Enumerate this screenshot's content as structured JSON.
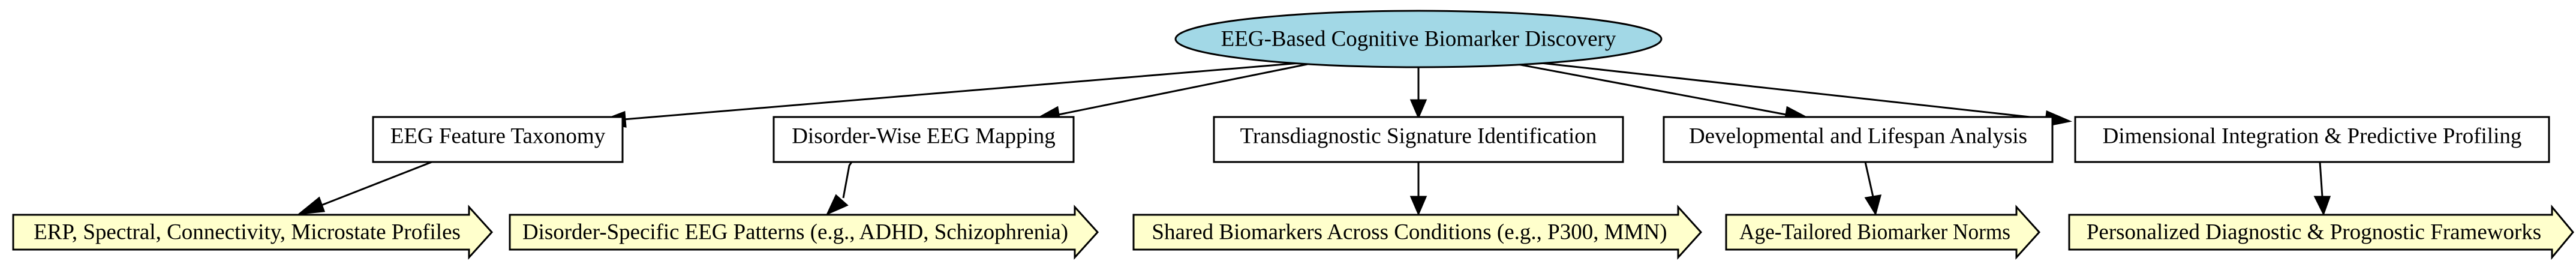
{
  "diagram": {
    "root": {
      "label": "EEG-Based Cognitive Biomarker Discovery",
      "fill": "#a2d8e6"
    },
    "branches": [
      {
        "label": "EEG Feature Taxonomy",
        "output": "ERP, Spectral, Connectivity, Microstate Profiles"
      },
      {
        "label": "Disorder-Wise EEG Mapping",
        "output": "Disorder-Specific EEG Patterns (e.g., ADHD, Schizophrenia)"
      },
      {
        "label": "Transdiagnostic Signature Identification",
        "output": "Shared Biomarkers Across Conditions (e.g., P300, MMN)"
      },
      {
        "label": "Developmental and Lifespan Analysis",
        "output": "Age-Tailored Biomarker Norms"
      },
      {
        "label": "Dimensional Integration & Predictive Profiling",
        "output": "Personalized Diagnostic & Prognostic Frameworks"
      }
    ],
    "output_fill": "#ffffcc"
  }
}
